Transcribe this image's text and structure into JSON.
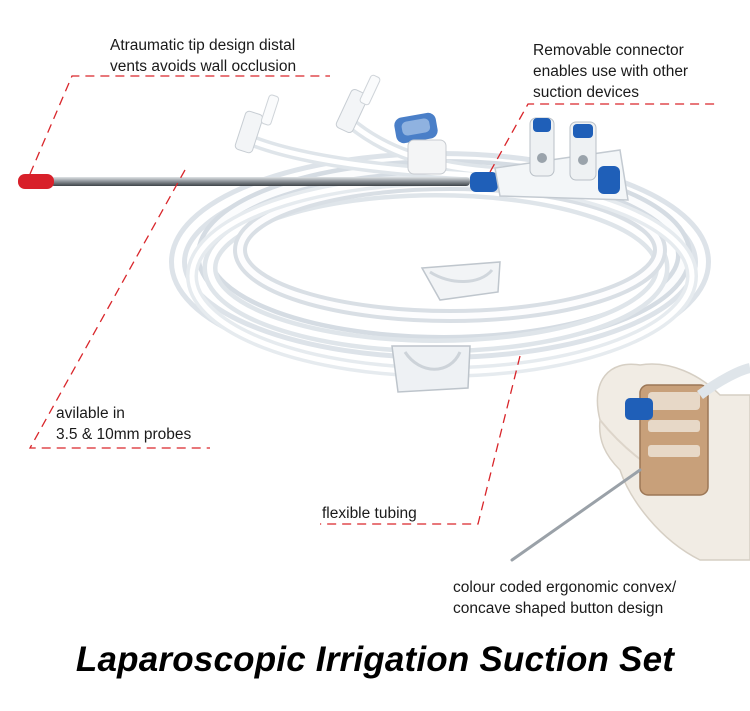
{
  "title": "Laparoscopic Irrigation Suction Set",
  "callouts": {
    "tip": {
      "lines": [
        "Atraumatic tip design distal",
        "vents avoids wall occlusion"
      ]
    },
    "connector": {
      "lines": [
        "Removable connector",
        "enables use with other",
        "suction devices"
      ]
    },
    "probes": {
      "lines": [
        "avilable in",
        "3.5 & 10mm probes"
      ]
    },
    "tubing": {
      "lines": [
        "flexible tubing"
      ]
    },
    "button": {
      "lines": [
        "colour coded ergonomic convex/",
        "concave shaped button design"
      ]
    }
  },
  "colors": {
    "leader": "#d9262b",
    "probe_tip": "#d8202a",
    "connector_blue": "#1f5fb8",
    "tubing": "#eef1f4",
    "glove": "#f1ece4"
  }
}
